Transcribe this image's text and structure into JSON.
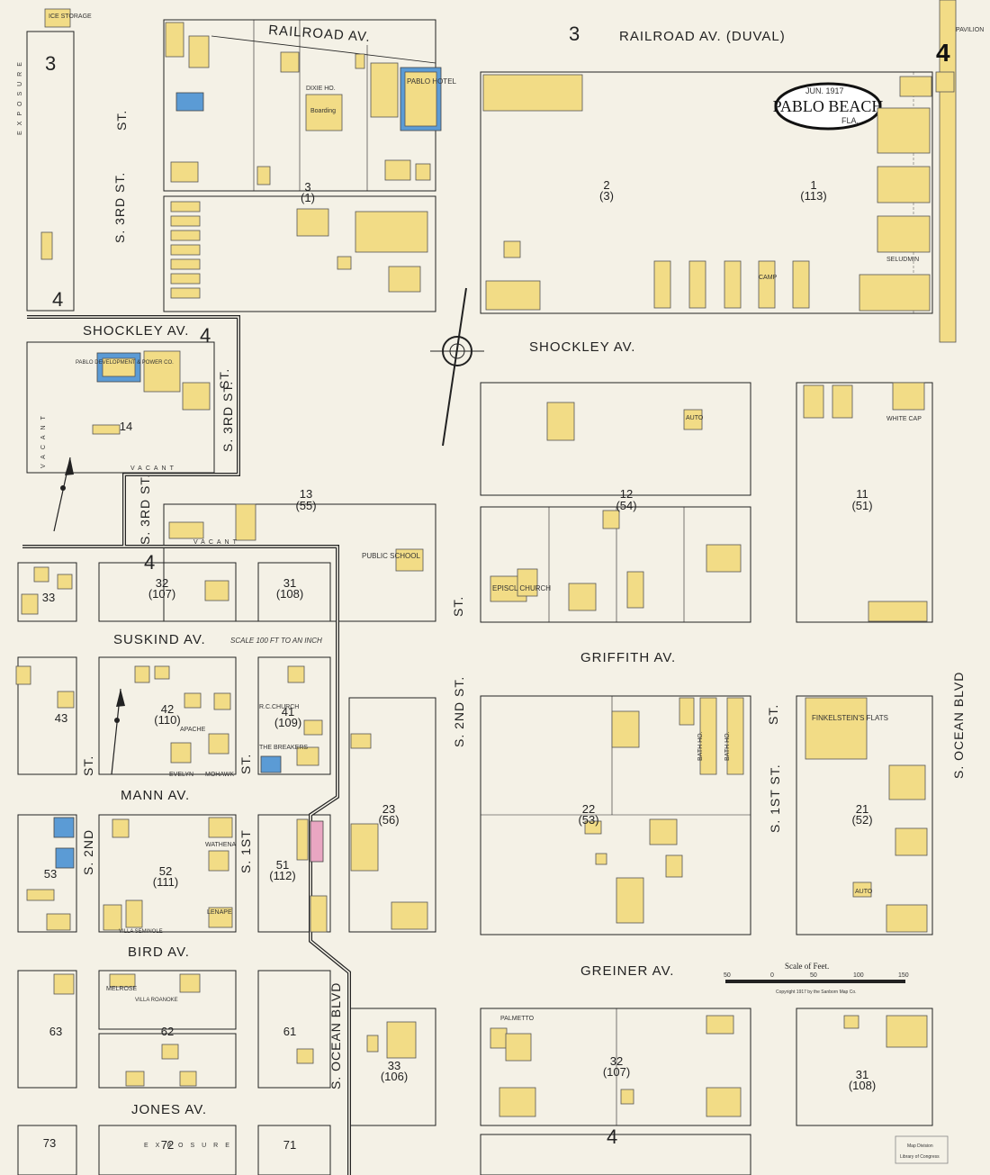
{
  "title": {
    "date": "JUN. 1917",
    "place": "PABLO BEACH",
    "state": "FLA.",
    "sheet_number": "4",
    "pavilion": "PAVILION"
  },
  "streets": {
    "railroad_left": "RAILROAD AV.",
    "railroad_right": "RAILROAD AV. (DUVAL)",
    "shockley_left": "SHOCKLEY AV.",
    "shockley_right": "SHOCKLEY AV.",
    "suskind": "SUSKIND AV.",
    "scale_note": "SCALE 100 FT TO AN INCH",
    "griffith": "GRIFFITH AV.",
    "mann": "MANN AV.",
    "bird": "BIRD AV.",
    "greiner": "GREINER AV.",
    "jones": "JONES AV.",
    "s3rd_top": "S. 3RD ST.",
    "s3rd_mid": "S. 3RD ST.",
    "s3rd_low": "S. 3RD ST.",
    "st_top": "ST.",
    "s2nd_main": "S. 2ND ST.",
    "s2nd_left": "S. 2ND",
    "st_left": "ST.",
    "s1st_main": "S. 1ST ST.",
    "s1st_left": "S. 1ST",
    "st_left2": "ST.",
    "s_ocean_blvd": "S. OCEAN BLVD",
    "s_ocean_low": "S. OCEAN BLVD"
  },
  "adjoining_sheets": [
    "3",
    "3",
    "4",
    "4",
    "4",
    "4",
    "4"
  ],
  "blocks": {
    "b3": "3",
    "b3p": "(1)",
    "b2": "2",
    "b2p": "(3)",
    "b1": "1",
    "b1p": "(113)",
    "b4": "4",
    "b14": "14",
    "b13": "13",
    "b13p": "(55)",
    "b12": "12",
    "b12p": "(54)",
    "b11": "11",
    "b11p": "(51)",
    "b33a": "33",
    "b32a": "32",
    "b32ap": "(107)",
    "b31a": "31",
    "b31ap": "(108)",
    "b43": "43",
    "b42": "42",
    "b42p": "(110)",
    "b41": "41",
    "b41p": "(109)",
    "b23": "23",
    "b23p": "(56)",
    "b22": "22",
    "b22p": "(53)",
    "b21": "21",
    "b21p": "(52)",
    "b53": "53",
    "b52": "52",
    "b52p": "(111)",
    "b51": "51",
    "b51p": "(112)",
    "b63": "63",
    "b62": "62",
    "b61": "61",
    "b33b": "33",
    "b33bp": "(106)",
    "b32b": "32",
    "b32bp": "(107)",
    "b31b": "31",
    "b31bp": "(108)",
    "b73": "73",
    "b72": "72",
    "b71": "71"
  },
  "labels": {
    "pablo_hotel": "PABLO HOTEL",
    "dixie_ho": "DIXIE HO.",
    "boarding": "Boarding",
    "ice_storage": "ICE STORAGE",
    "pablo_dev": "PABLO DEVELOPMENT & POWER CO.",
    "public_school": "PUBLIC SCHOOL",
    "episcl_church": "EPISCL CHURCH",
    "rc_church": "R.C.CHURCH",
    "the_breakers": "THE BREAKERS",
    "finkelstein": "FINKELSTEIN'S FLATS",
    "white_cap": "WHITE CAP",
    "seludmin": "SELUDMIN",
    "camp": "CAMP",
    "apache": "APACHE",
    "evelyn": "EVELYN",
    "mohawk": "MOHAWK",
    "wathena": "WATHENA",
    "lenape": "LENAPE",
    "villa_seminole": "VILLA SEMINOLE",
    "melrose": "MELROSE",
    "villa_roanoke": "VILLA ROANOKE",
    "palmetto": "PALMETTO",
    "auto": "AUTO",
    "bath_ho": "BATH HO.",
    "vacant": "VACANT",
    "exposure": "EXPOSURE",
    "scale_of_feet": "Scale of Feet.",
    "scale_ticks": [
      "50",
      "0",
      "50",
      "100",
      "150"
    ],
    "copyright": "Copyright 1917 by the Sanborn Map Co.",
    "stamp1": "Map Division",
    "stamp2": "Library of Congress"
  },
  "colors": {
    "paper": "#f4f1e6",
    "frame_building": "#f2dc86",
    "brick_building": "#5b9bd5",
    "stone_building": "#e9a6c2",
    "ink": "#222222"
  }
}
